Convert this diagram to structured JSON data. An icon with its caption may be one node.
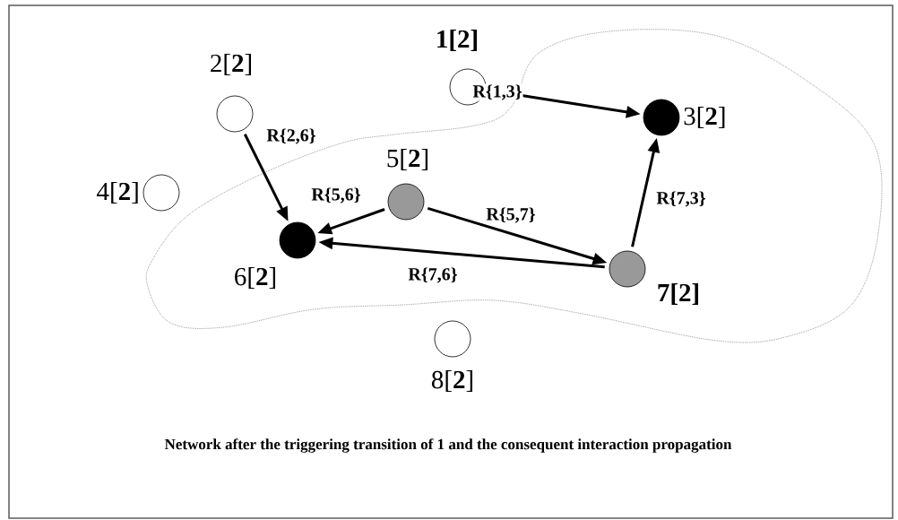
{
  "diagram": {
    "caption": "Network after the triggering transition of 1 and the consequent interaction propagation",
    "nodes": [
      {
        "text": [],
        "shape": "cloud"
      },
      {
        "text": [],
        "shape": "circle",
        "beside": [
          "1[2]"
        ]
      },
      {
        "text": [],
        "shape": "circle",
        "beside": [
          "2[**2**]"
        ]
      },
      {
        "text": [],
        "shape": "circle",
        "beside": [
          "3[**2**]"
        ],
        "in": 0
      },
      {
        "text": [],
        "shape": "circle",
        "beside": [
          "4[**2**]"
        ]
      },
      {
        "text": [],
        "shape": "circle",
        "beside": [
          "5[**2**]"
        ],
        "in": 0
      },
      {
        "text": [],
        "shape": "circle",
        "beside": [
          "6[**2**]"
        ],
        "in": 0
      },
      {
        "text": [],
        "shape": "circle",
        "beside": [
          "7[2]"
        ],
        "in": 0
      },
      {
        "text": [],
        "shape": "circle",
        "beside": [
          "8[**2**]"
        ]
      }
    ],
    "edges": [
      {
        "from": 1,
        "to": 3,
        "arrow": "to",
        "label": "R{1,3}"
      },
      {
        "from": 2,
        "to": 6,
        "arrow": "to",
        "label": "R{2,6}"
      },
      {
        "from": 5,
        "to": 6,
        "arrow": "to",
        "label": "R{5,6}"
      },
      {
        "from": 5,
        "to": 7,
        "arrow": "to",
        "label": "R{5,7}"
      },
      {
        "from": 7,
        "to": 3,
        "arrow": "to",
        "label": "R{7,3}"
      },
      {
        "from": 7,
        "to": 6,
        "arrow": "to",
        "label": "R{7,6}"
      }
    ]
  }
}
